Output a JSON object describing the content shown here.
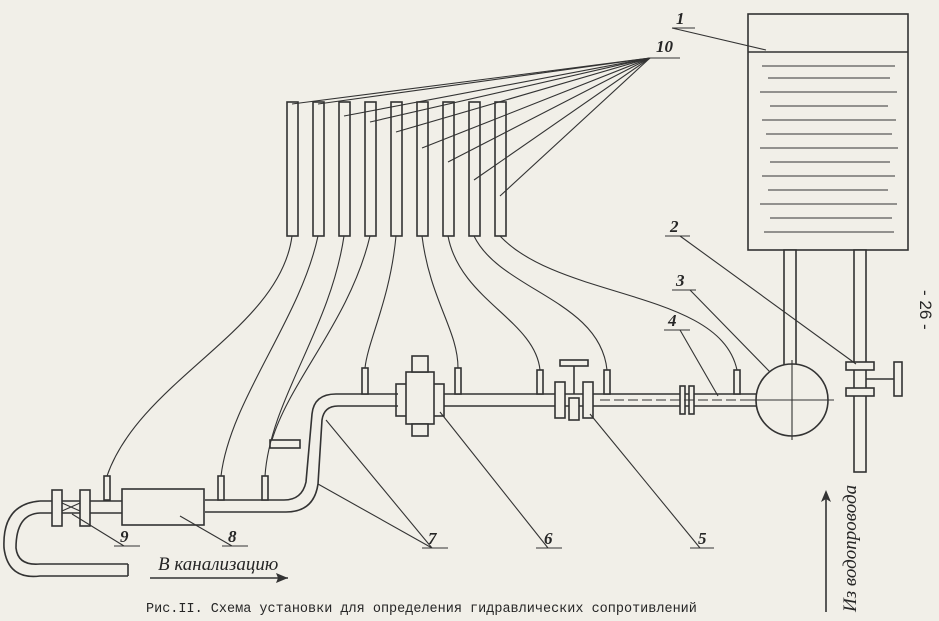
{
  "labels": {
    "tank": "1",
    "valve_inlet": "2",
    "sphere": "3",
    "pipe": "4",
    "valve": "5",
    "fitting": "6",
    "bends": "7",
    "meter": "8",
    "valve_outlet": "9",
    "piezometers": "10"
  },
  "to_sewer": "В канализацию",
  "from_water": "Из водопровода",
  "caption": "Рис.II. Схема установки для определения гидравлических сопротивлений",
  "page_number": "- 26 -"
}
